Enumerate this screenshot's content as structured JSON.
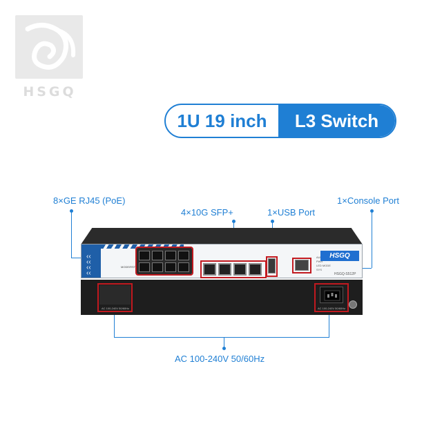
{
  "logo": {
    "text": "HSGQ"
  },
  "headline": {
    "left": "1U 19 inch",
    "right": "L3 Switch"
  },
  "callouts": {
    "rj45": "8×GE RJ45 (PoE)",
    "sfp": "4×10G SFP+",
    "usb": "1×USB Port",
    "console": "1×Console Port",
    "ac": "AC 100-240V 50/60Hz"
  },
  "device": {
    "brand": "HSGQ",
    "model": "HSGQ-S512P",
    "mode_label": "MODE/RST",
    "leds": [
      "AUDIO",
      "PWR",
      "LED MODE",
      "SYS"
    ],
    "psu_text": "AC 100-240V 50/60Hz",
    "accent_color": "#1f7fd4",
    "highlight_color": "#c2191f"
  }
}
